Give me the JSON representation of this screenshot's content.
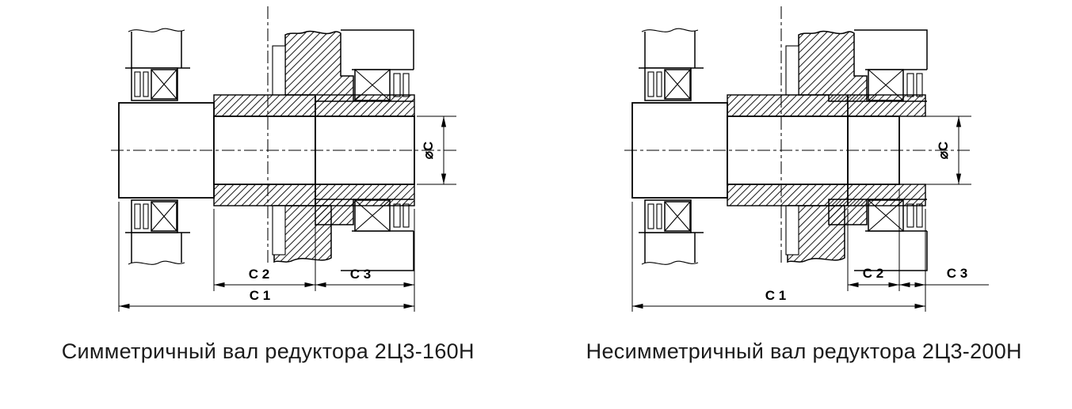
{
  "colors": {
    "line": "#000000",
    "background": "#ffffff",
    "text": "#1b1b1b"
  },
  "diagrams": [
    {
      "caption": "Симметричный вал редуктора 2Ц3-160Н",
      "dimensions": {
        "c1": "С 1",
        "c2": "С 2",
        "c3": "С 3",
        "diameter": "⌀С"
      }
    },
    {
      "caption": "Несимметричный вал редуктора 2Ц3-200Н",
      "dimensions": {
        "c1": "С 1",
        "c2": "С 2",
        "c3": "С 3",
        "diameter": "⌀С"
      }
    }
  ]
}
